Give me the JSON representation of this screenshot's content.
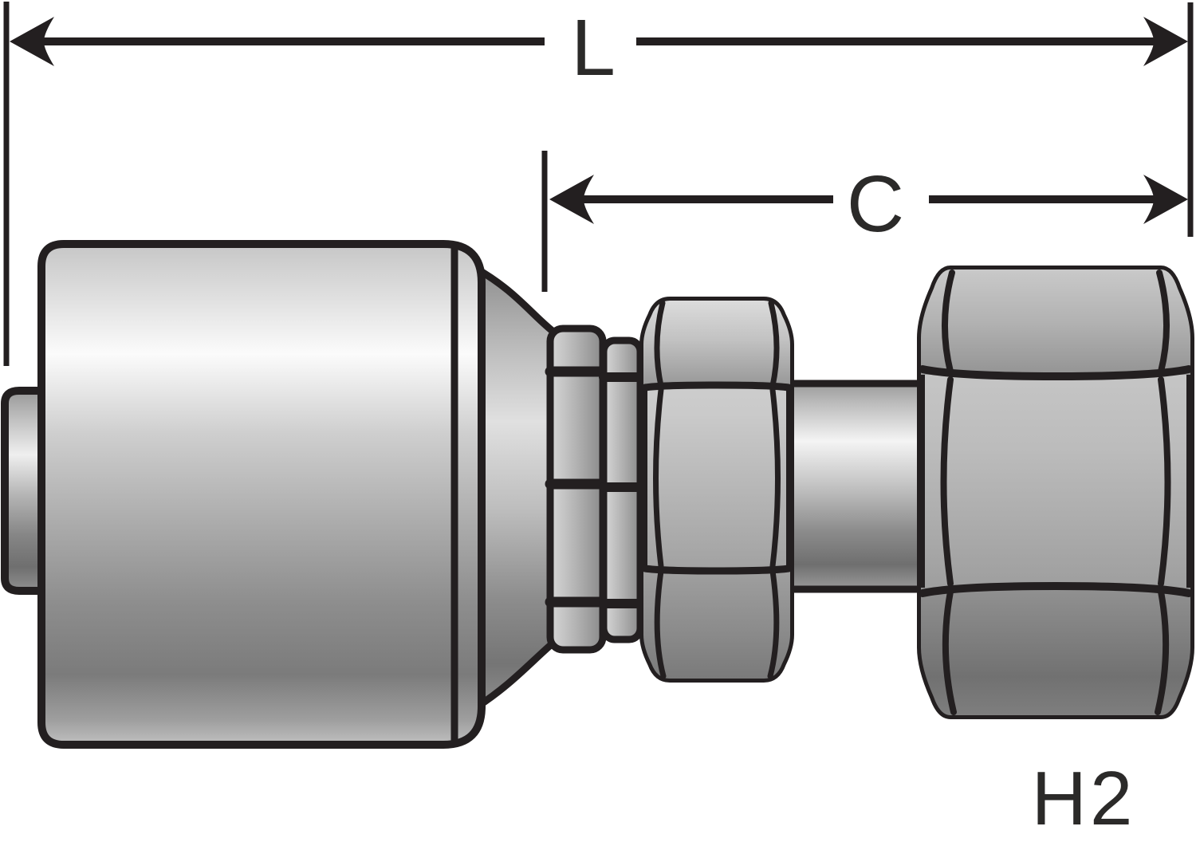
{
  "diagram": {
    "dimensions": {
      "length_label": "L",
      "cutoff_length_label": "C"
    },
    "part_code": "H2",
    "colors": {
      "outline": "#231f20",
      "label_text": "#2b2a29",
      "background": "#ffffff",
      "metal_highlight": "#f7f7f7",
      "metal_midtone": "#b3b3b3",
      "metal_shadow": "#6f6f6f"
    }
  }
}
